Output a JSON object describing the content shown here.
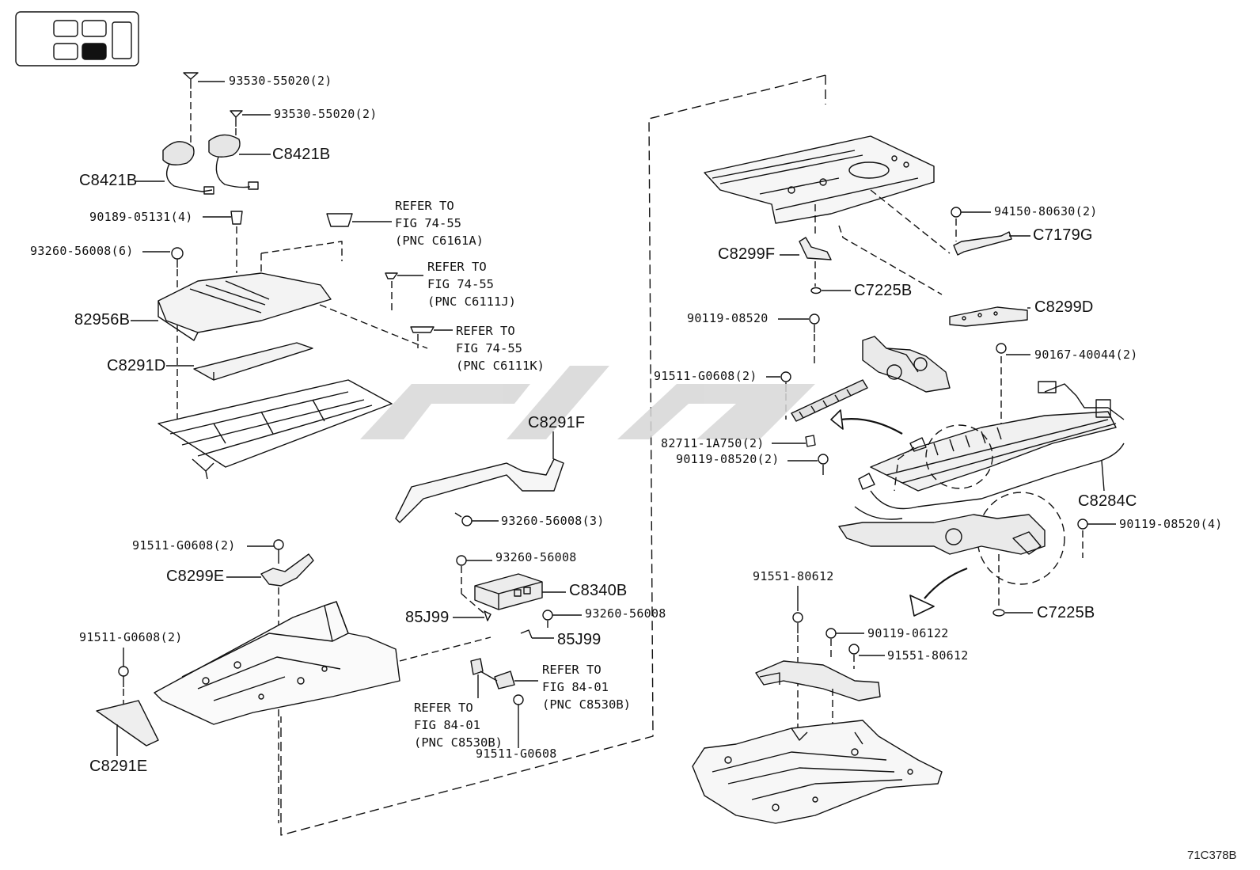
{
  "diagram": {
    "code": "71C378B",
    "accent_color": "#111111",
    "watermark_color": "#d7d7d7",
    "labels": {
      "l01": "93530-55020(2)",
      "l02": "93530-55020(2)",
      "l03": "C8421B",
      "l04": "C8421B",
      "l05": "90189-05131(4)",
      "l06": "93260-56008(6)",
      "l07": "82956B",
      "l08": "C8291D",
      "l09": "C8291F",
      "l10": "93260-56008(3)",
      "l11": "91511-G0608(2)",
      "l12": "C8299E",
      "l13": "93260-56008",
      "l14": "C8340B",
      "l15": "85J99",
      "l16": "93260-56008",
      "l17": "85J99",
      "l18": "91511-G0608(2)",
      "l19": "C8291E",
      "l20": "91511-G0608",
      "l21": "C8299F",
      "l22": "C7225B",
      "l23": "94150-80630(2)",
      "l24": "C7179G",
      "l25": "C8299D",
      "l26": "90119-08520",
      "l27": "90167-40044(2)",
      "l28": "91511-G0608(2)",
      "l29": "82711-1A750(2)",
      "l30": "90119-08520(2)",
      "l31": "C8284C",
      "l32": "90119-08520(4)",
      "l33": "91551-80612",
      "l34": "90119-06122",
      "l35": "91551-80612",
      "l36": "C7225B"
    },
    "refs": {
      "r1": "REFER TO\nFIG 74-55\n(PNC C6161A)",
      "r2": "REFER TO\nFIG 74-55\n(PNC C6111J)",
      "r3": "REFER TO\nFIG 74-55\n(PNC C6111K)",
      "r4": "REFER TO\nFIG 84-01\n(PNC C8530B)",
      "r5": "REFER TO\nFIG 84-01\n(PNC C8530B)"
    }
  }
}
